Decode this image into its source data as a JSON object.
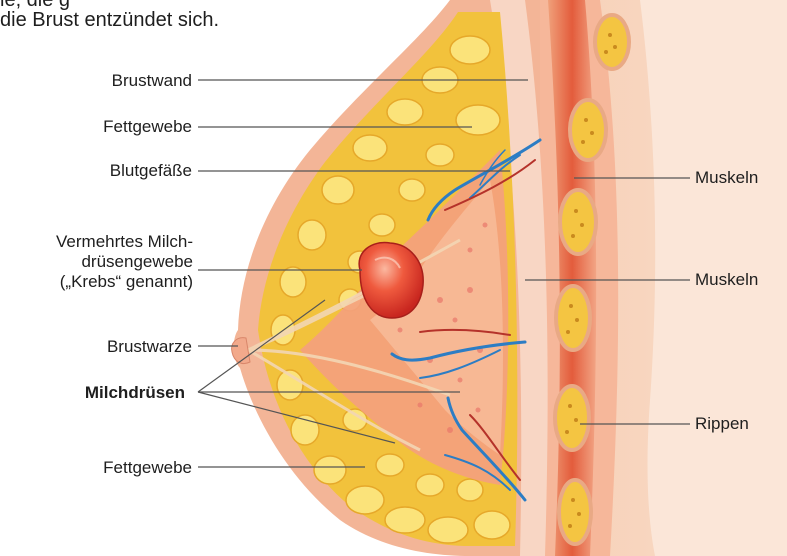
{
  "intro_text": {
    "line1_fragment_left": "le, die g",
    "line1_fragment_right": "g",
    "line2": "die Brust entzündet sich."
  },
  "labels": {
    "brustwand": "Brustwand",
    "fettgewebe_top": "Fettgewebe",
    "blutgefaesse": "Blutgefäße",
    "milchdruesen_tissue": [
      "Vermehrtes Milch-",
      "drüsengewebe",
      "(„Krebs“ genannt)"
    ],
    "brustwarze": "Brustwarze",
    "milchdruesen": "Milchdrüsen",
    "fettgewebe_bottom": "Fettgewebe",
    "muskeln_top": "Muskeln",
    "muskeln_middle": "Muskeln",
    "rippen": "Rippen"
  },
  "colors": {
    "skin": "#f5c9ae",
    "skin_dark": "#e9a985",
    "fat": "#f2c23c",
    "fat_light": "#fbe37a",
    "gland": "#f4a07e",
    "muscle": "#e55a3a",
    "rib": "#f4c542",
    "vessel_blue": "#2c7dc4",
    "vessel_red": "#b5322a",
    "tumor": "#e8352a",
    "leader_line": "#555555"
  }
}
